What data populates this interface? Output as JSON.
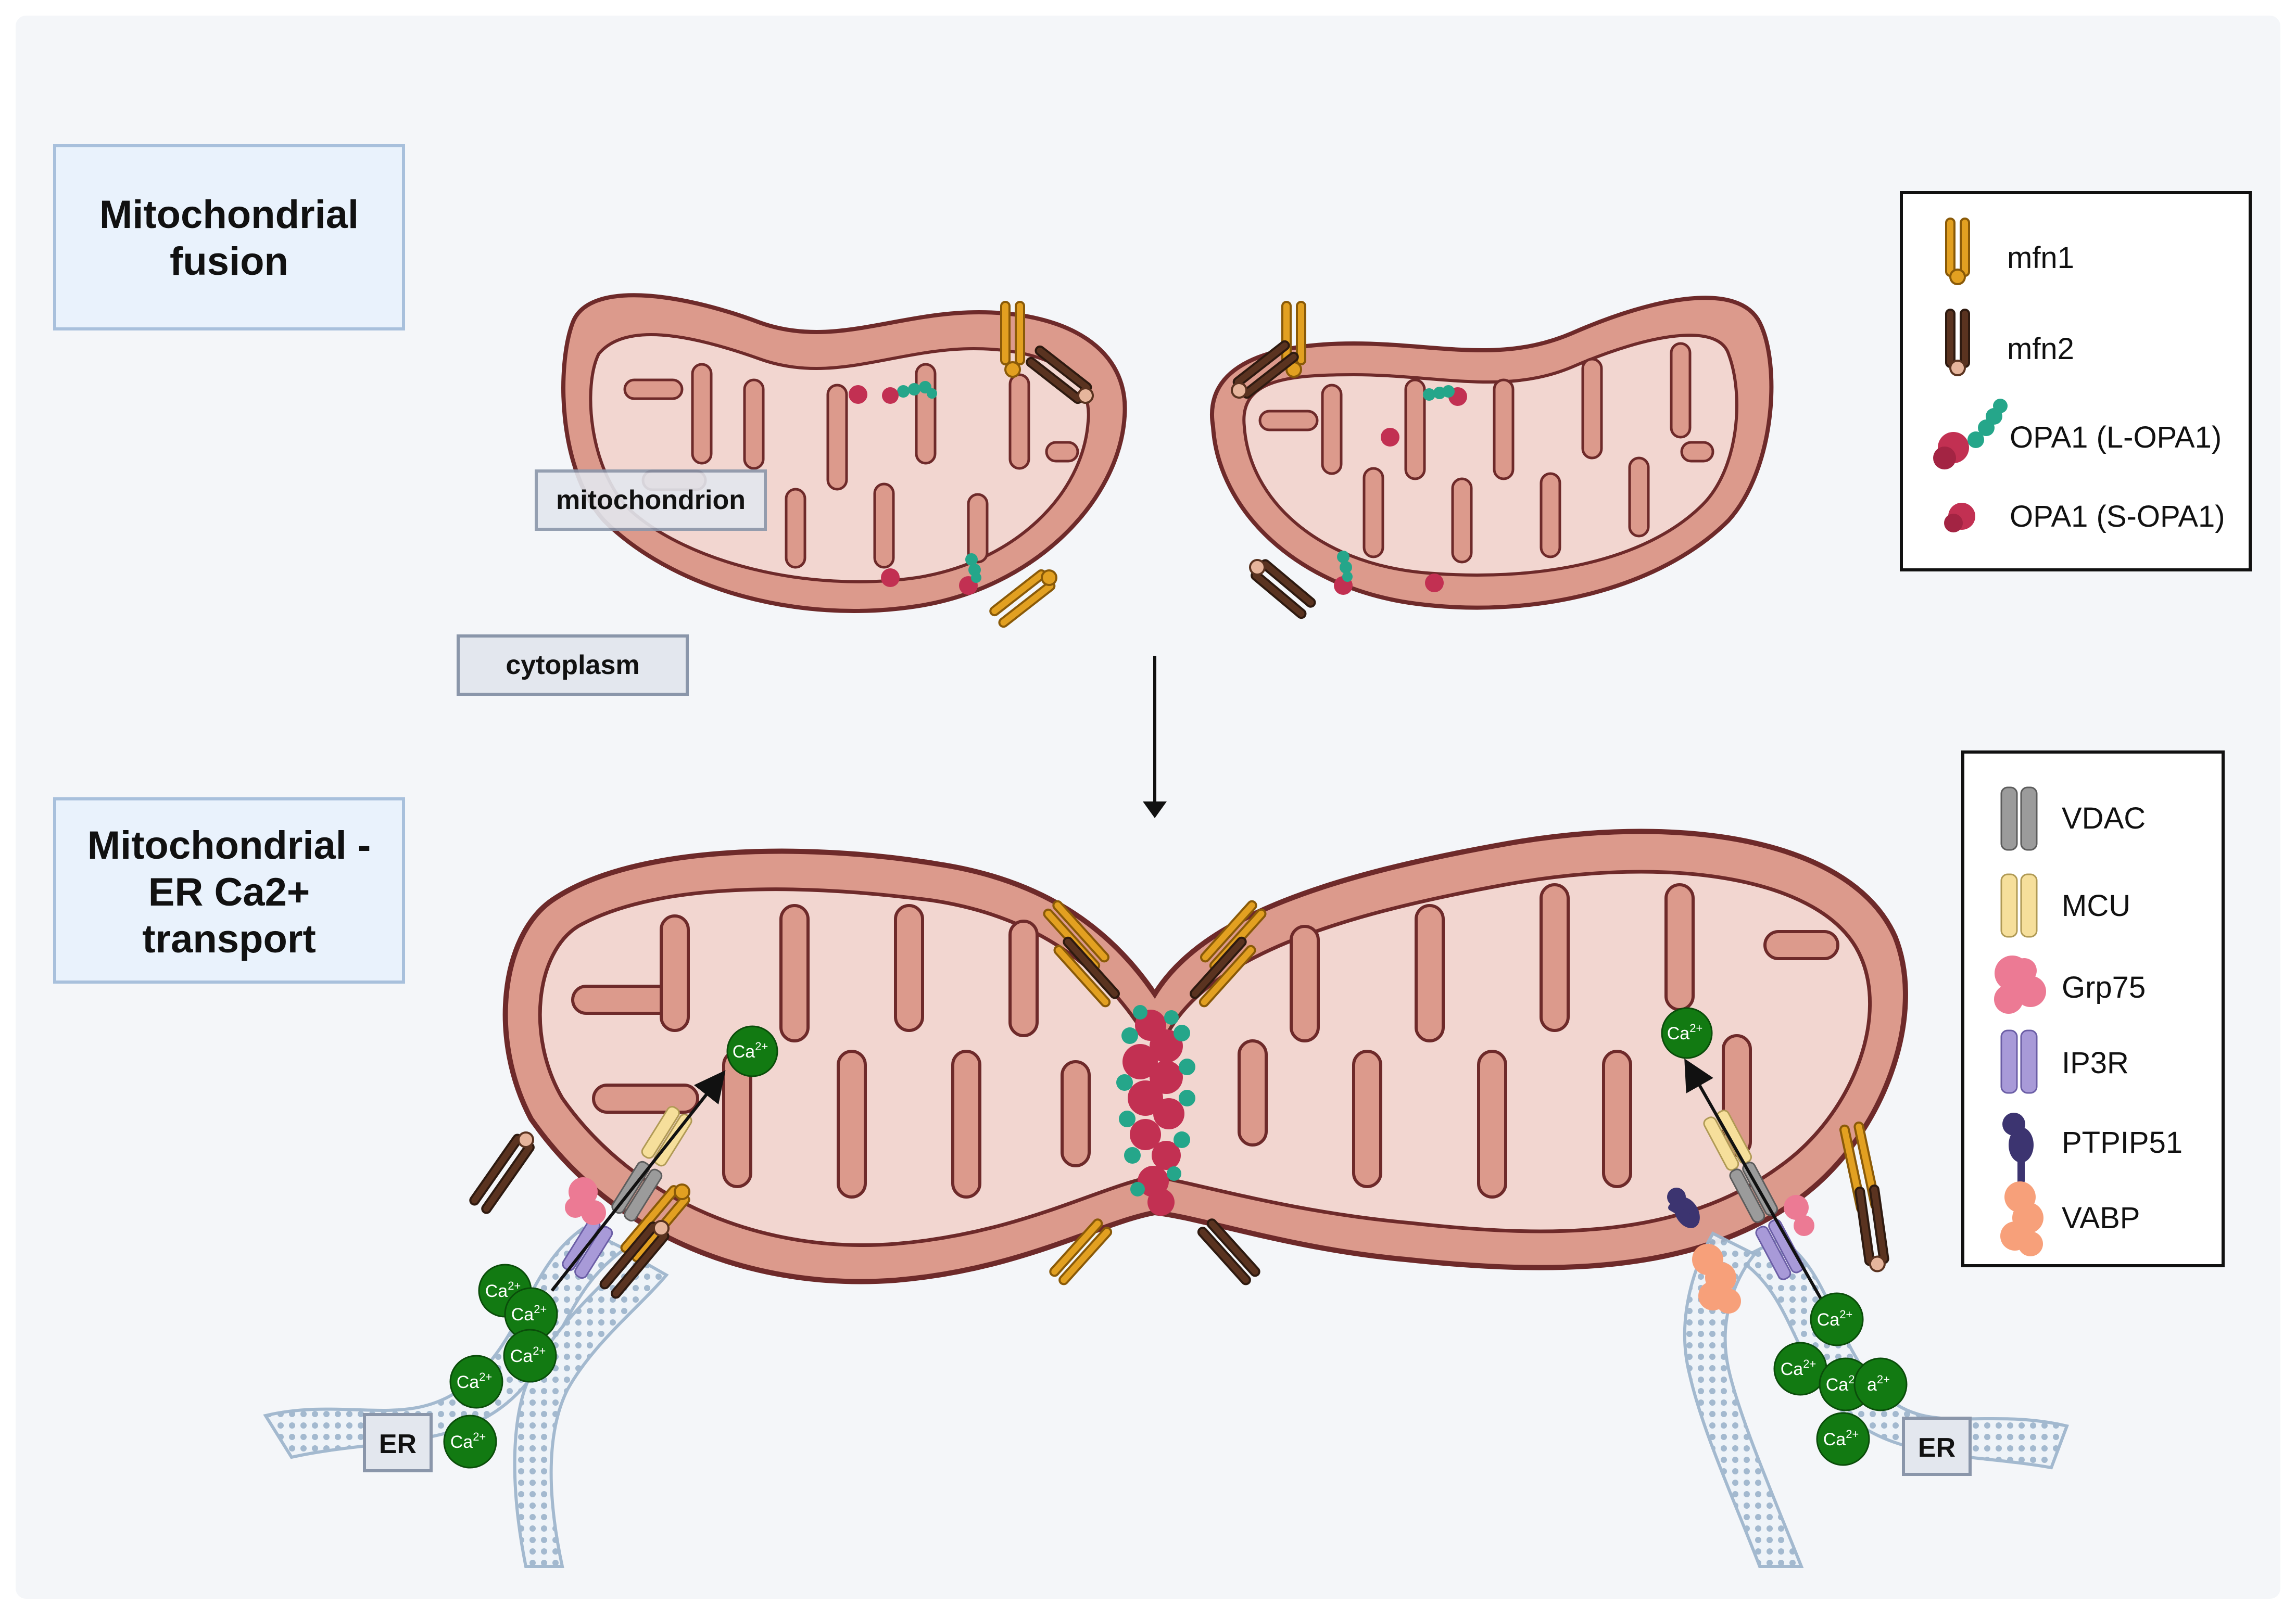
{
  "colors": {
    "background": "#f4f6f9",
    "title_box_fill": "#e9f2fc",
    "title_box_stroke": "#a8c0dc",
    "label_box_fill": "#e3e7ee",
    "label_box_stroke": "#8a96aa",
    "mito_outer": "#dc9a8c",
    "mito_inner": "#f2d6d0",
    "mito_stroke": "#6e2a2a",
    "mfn1": "#e2a021",
    "mfn2": "#5a3320",
    "opa1_red": "#c23052",
    "opa1_teal": "#25a68a",
    "vdac": "#9b9b9b",
    "mcu": "#f6df9b",
    "grp75": "#ec7a94",
    "ip3r": "#a89ad8",
    "ptpip51": "#3c3470",
    "vabp": "#f7a07a",
    "calcium": "#127a12",
    "er_membrane": "#9fb6cd"
  },
  "panels": {
    "fusion_title": [
      "Mitochondrial",
      "fusion"
    ],
    "transport_title": [
      "Mitochondrial -",
      "ER Ca2+",
      "transport"
    ]
  },
  "labels": {
    "mitochondrion": "mitochondrion",
    "cytoplasm": "cytoplasm",
    "er_left": "ER",
    "er_right": "ER"
  },
  "legend_top": [
    {
      "icon": "mfn1-icon",
      "label": "mfn1"
    },
    {
      "icon": "mfn2-icon",
      "label": "mfn2"
    },
    {
      "icon": "opa1-long-icon",
      "label": "OPA1 (L-OPA1)"
    },
    {
      "icon": "opa1-short-icon",
      "label": "OPA1 (S-OPA1)"
    }
  ],
  "legend_bottom": [
    {
      "icon": "vdac-icon",
      "label": "VDAC"
    },
    {
      "icon": "mcu-icon",
      "label": "MCU"
    },
    {
      "icon": "grp75-icon",
      "label": "Grp75"
    },
    {
      "icon": "ip3r-icon",
      "label": "IP3R"
    },
    {
      "icon": "ptpip51-icon",
      "label": "PTPIP51"
    },
    {
      "icon": "vabp-icon",
      "label": "VABP"
    }
  ],
  "calcium": {
    "left_matrix": "Ca",
    "right_matrix": "Ca",
    "left_er": [
      "Ca",
      "Ca",
      "Ca",
      "Ca",
      "Ca"
    ],
    "right_er": [
      "Ca",
      "Ca",
      "Ca",
      "a",
      "Ca"
    ],
    "charge": "2+"
  }
}
